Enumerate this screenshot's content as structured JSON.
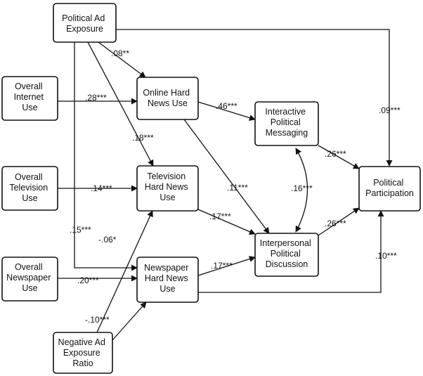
{
  "nodes": {
    "political_ad_exposure": [
      "Political Ad",
      "Exposure"
    ],
    "overall_internet_use": [
      "Overall",
      "Internet",
      "Use"
    ],
    "overall_television_use": [
      "Overall",
      "Television",
      "Use"
    ],
    "overall_newspaper_use": [
      "Overall",
      "Newspaper",
      "Use"
    ],
    "negative_ad_exposure_ratio": [
      "Negative Ad",
      "Exposure",
      "Ratio"
    ],
    "online_hard_news_use": [
      "Online Hard",
      "News Use"
    ],
    "television_hard_news_use": [
      "Television",
      "Hard News",
      "Use"
    ],
    "newspaper_hard_news_use": [
      "Newspaper",
      "Hard News",
      "Use"
    ],
    "interactive_political_messaging": [
      "Interactive",
      "Political",
      "Messaging"
    ],
    "interpersonal_political_discussion": [
      "Interpersonal",
      "Political",
      "Discussion"
    ],
    "political_participation": [
      "Political",
      "Participation"
    ]
  },
  "paths": {
    "ad_to_online": ".08**",
    "ad_to_television": ".18***",
    "ad_to_newspaper": ".15***",
    "ad_to_participation": ".09***",
    "internet_to_online": ".28***",
    "television_to_tv_news": ".14***",
    "newspaper_to_paper_news": ".20***",
    "online_to_messaging": ".46***",
    "online_to_discussion": ".11***",
    "tv_news_to_discussion": ".17***",
    "paper_news_to_discussion": ".17***",
    "paper_news_to_participation": ".10***",
    "messaging_discussion_correlation": ".16***",
    "messaging_to_participation": ".26***",
    "discussion_to_participation": ".26***",
    "negative_to_tv_news": "-.06*",
    "negative_to_paper_news": "-.10***"
  }
}
